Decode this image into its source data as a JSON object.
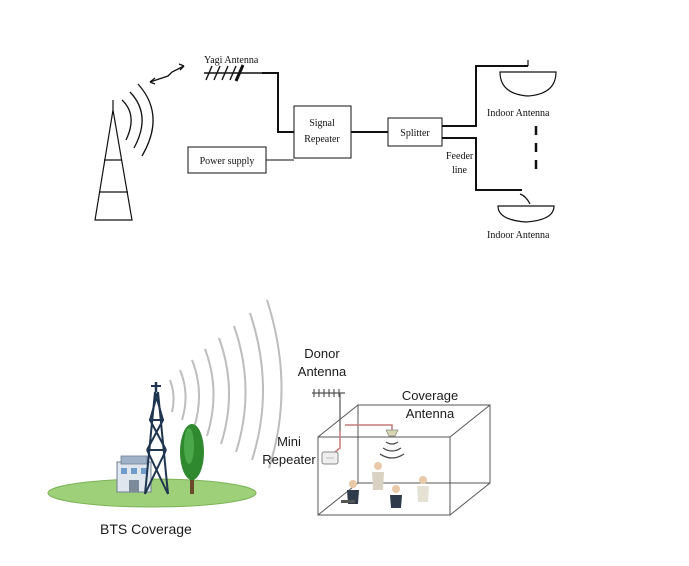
{
  "top_diagram": {
    "yagi_antenna": "Yagi Antenna",
    "signal_repeater_line1": "Signal",
    "signal_repeater_line2": "Repeater",
    "splitter": "Splitter",
    "power_supply": "Power supply",
    "feeder_line1": "Feeder",
    "feeder_line2": "line",
    "indoor_antenna_top": "Indoor Antenna",
    "indoor_antenna_bottom": "Indoor Antenna"
  },
  "bottom_illustration": {
    "donor_antenna_line1": "Donor",
    "donor_antenna_line2": "Antenna",
    "coverage_antenna_line1": "Coverage",
    "coverage_antenna_line2": "Antenna",
    "mini_repeater_line1": "Mini",
    "mini_repeater_line2": "Repeater",
    "bts_coverage": "BTS Coverage"
  },
  "colors": {
    "line": "#111111",
    "ground": "#9ed07a",
    "tower": "#1f3550",
    "tree": "#2f8a2f",
    "box": "#555555"
  }
}
